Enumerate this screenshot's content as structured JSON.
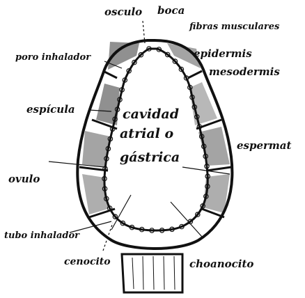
{
  "labels": {
    "osculo": "osculo",
    "boca": "boca",
    "fibras": "fibras musculares",
    "poro": "poro inhalador",
    "epidermis": "epidermis",
    "mesodermis": "mesodermis",
    "espicula": "espícula",
    "cavidad": [
      "cavidad",
      "atrial o",
      "gástrica"
    ],
    "espermat": "espermat",
    "ovulo": "ovulo",
    "tubo": "tubo inhalador",
    "cenocito": "cenocito",
    "coanocito": "choanocito"
  },
  "colors": {
    "ink": "#111111",
    "paper": "#ffffff"
  }
}
